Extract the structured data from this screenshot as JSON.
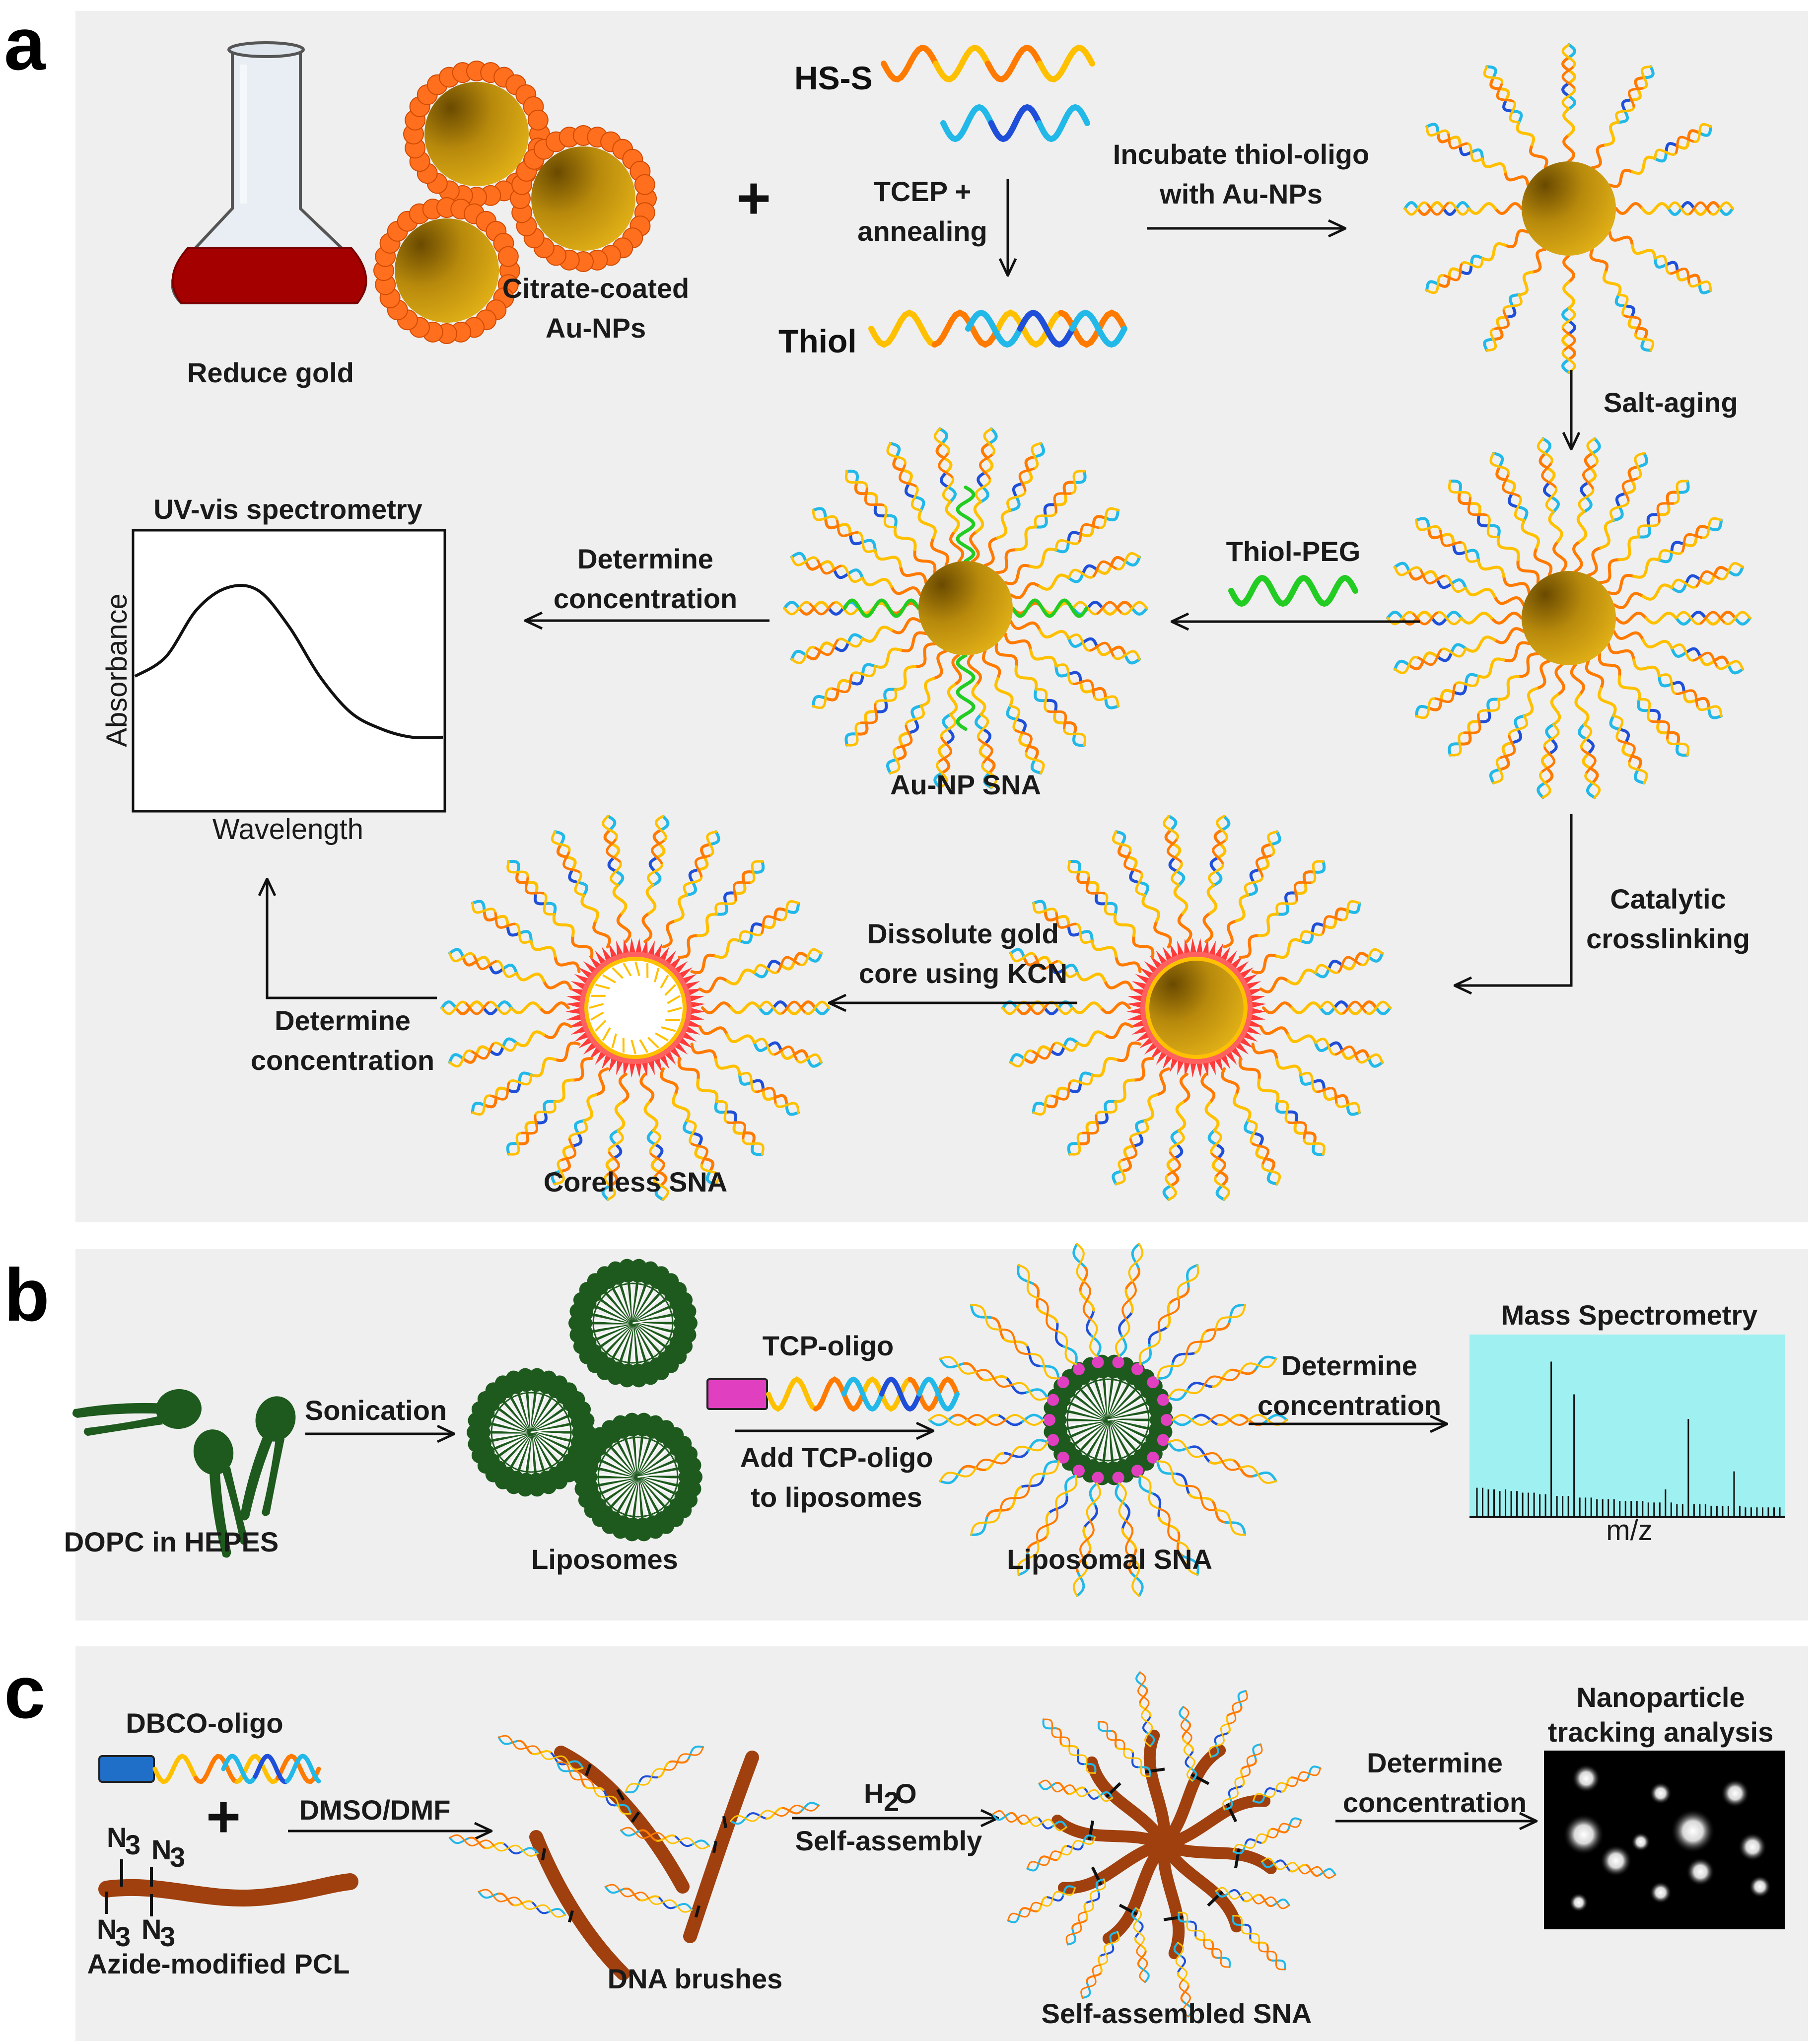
{
  "colors": {
    "panel_bg": "#efefef",
    "gold": "#c8a010",
    "gold_dark": "#6e5000",
    "citrate": "#ff6f1e",
    "flask_liquid": "#a50000",
    "strand_orange": "#ff7a00",
    "strand_yellow": "#ffc000",
    "strand_blue": "#1f4fd8",
    "strand_cyan": "#22b8e8",
    "peg_green": "#22cc22",
    "crosslink_red": "#ff3a3a",
    "liposome_green": "#1e5a1e",
    "tcp_pink": "#e040c0",
    "dbco_blue": "#1f6fc8",
    "pcl_brown": "#a0400e",
    "mass_spec_bg": "#9ff0f0"
  },
  "panel_a": {
    "letter": "a",
    "reduce_gold": "Reduce gold",
    "citrate_line1": "Citrate-coated",
    "citrate_line2": "Au-NPs",
    "plus": "+",
    "hs_s": "HS-S",
    "tcep_line1": "TCEP +",
    "tcep_line2": "annealing",
    "thiol": "Thiol",
    "incubate_line1": "Incubate thiol-oligo",
    "incubate_line2": "with Au-NPs",
    "salt_aging": "Salt-aging",
    "thiol_peg": "Thiol-PEG",
    "determine_line1": "Determine",
    "determine_line2": "concentration",
    "uvvis_title": "UV-vis spectrometry",
    "absorbance": "Absorbance",
    "wavelength": "Wavelength",
    "au_np_sna": "Au-NP SNA",
    "catalytic_line1": "Catalytic",
    "catalytic_line2": "crosslinking",
    "dissolve_line1": "Dissolute gold",
    "dissolve_line2": "core using KCN",
    "coreless_sna": "Coreless SNA",
    "determine2_line1": "Determine",
    "determine2_line2": "concentration"
  },
  "panel_b": {
    "letter": "b",
    "dopc": "DOPC in HEPES",
    "sonication": "Sonication",
    "liposomes": "Liposomes",
    "tcp_oligo": "TCP-oligo",
    "add_line1": "Add TCP-oligo",
    "add_line2": "to liposomes",
    "liposomal_sna": "Liposomal SNA",
    "determine_line1": "Determine",
    "determine_line2": "concentration",
    "mass_spec_title": "Mass Spectrometry",
    "mz": "m/z"
  },
  "panel_c": {
    "letter": "c",
    "dbco_oligo": "DBCO-oligo",
    "plus": "+",
    "n3": "N",
    "n3_sub": "3",
    "azide_pcl": "Azide-modified PCL",
    "dmso": "DMSO/DMF",
    "dna_brushes": "DNA brushes",
    "h2o_h": "H",
    "h2o_2": "2",
    "h2o_o": "O",
    "self_assembly": "Self-assembly",
    "self_assembled_sna": "Self-assembled SNA",
    "determine_line1": "Determine",
    "determine_line2": "concentration",
    "nta_line1": "Nanoparticle",
    "nta_line2": "tracking analysis"
  },
  "chart_data": [
    {
      "type": "line",
      "title": "UV-vis spectrometry",
      "xlabel": "Wavelength",
      "ylabel": "Absorbance",
      "x": [
        0,
        0.1,
        0.2,
        0.3,
        0.4,
        0.5,
        0.6,
        0.7,
        0.8,
        0.9,
        1.0
      ],
      "series": [
        {
          "values": [
            0.48,
            0.55,
            0.72,
            0.8,
            0.79,
            0.66,
            0.48,
            0.35,
            0.29,
            0.26,
            0.26
          ]
        }
      ],
      "grid": false
    },
    {
      "type": "bar",
      "title": "Mass Spectrometry",
      "xlabel": "m/z",
      "values": [
        0.18,
        0.18,
        0.17,
        0.17,
        0.16,
        0.17,
        0.16,
        0.16,
        0.15,
        0.15,
        0.15,
        0.14,
        0.14,
        0.95,
        0.13,
        0.13,
        0.13,
        0.75,
        0.12,
        0.12,
        0.12,
        0.11,
        0.11,
        0.11,
        0.11,
        0.1,
        0.1,
        0.1,
        0.1,
        0.1,
        0.09,
        0.09,
        0.09,
        0.17,
        0.09,
        0.08,
        0.08,
        0.6,
        0.08,
        0.08,
        0.08,
        0.07,
        0.07,
        0.07,
        0.07,
        0.28,
        0.07,
        0.06,
        0.06,
        0.06,
        0.06,
        0.06,
        0.06,
        0.06
      ],
      "grid": false
    }
  ]
}
